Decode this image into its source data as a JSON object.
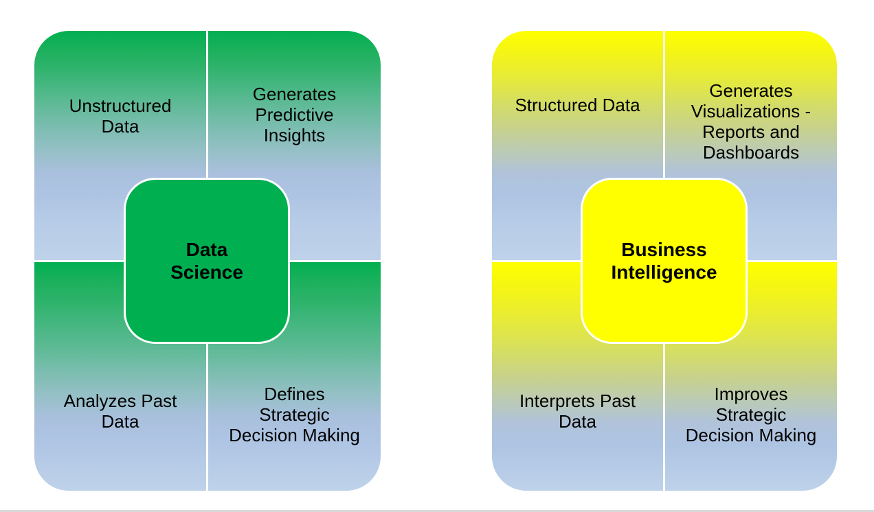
{
  "colors": {
    "data_science_accent": "#00b050",
    "business_intelligence_accent": "#ffff00",
    "gradient_end": "#bfd2ea"
  },
  "data_science": {
    "center": "Data\nScience",
    "top_left": "Unstructured\nData",
    "top_right": "Generates\nPredictive\nInsights",
    "bottom_left": "Analyzes Past\nData",
    "bottom_right": "Defines\nStrategic\nDecision Making"
  },
  "business_intelligence": {
    "center": "Business\nIntelligence",
    "top_left": "Structured Data",
    "top_right": "Generates\nVisualizations -\nReports and\nDashboards",
    "bottom_left": "Interprets Past\nData",
    "bottom_right": "Improves\nStrategic\nDecision Making"
  }
}
